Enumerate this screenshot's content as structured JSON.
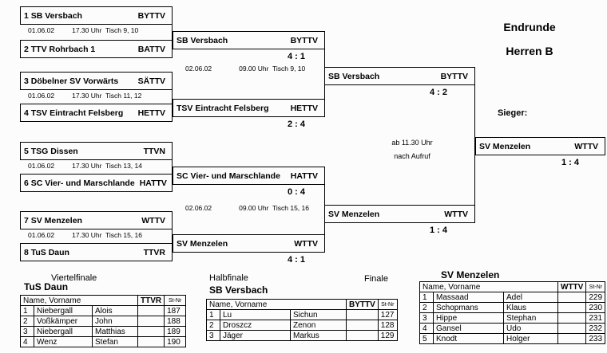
{
  "header": {
    "line1": "Endrunde",
    "line2": "Herren B"
  },
  "sieger_label": "Sieger:",
  "round_labels": {
    "viertelfinale": "Viertelfinale",
    "halbfinale": "Halbfinale",
    "finale": "Finale"
  },
  "bracket": {
    "teams": [
      {
        "name": "1 SB Versbach",
        "assoc": "BYTTV"
      },
      {
        "name": "2 TTV Rohrbach 1",
        "assoc": "BATTV"
      },
      {
        "name": "3 Döbelner SV Vorwärts",
        "assoc": "SÄTTV"
      },
      {
        "name": "4 TSV Eintracht Felsberg",
        "assoc": "HETTV"
      },
      {
        "name": "5 TSG Dissen",
        "assoc": "TTVN"
      },
      {
        "name": "6 SC Vier- und Marschlande",
        "assoc": "HATTV"
      },
      {
        "name": "7 SV Menzelen",
        "assoc": "WTTV"
      },
      {
        "name": "8 TuS Daun",
        "assoc": "TTVR"
      }
    ],
    "qf_times": [
      {
        "date": "01.06.02",
        "info": "17.30 Uhr  Tisch 9, 10"
      },
      {
        "date": "01.06.02",
        "info": "17.30 Uhr  Tisch 11, 12"
      },
      {
        "date": "01.06.02",
        "info": "17.30 Uhr  Tisch 13, 14"
      },
      {
        "date": "01.06.02",
        "info": "17.30 Uhr  Tisch 15, 16"
      }
    ],
    "qf_winners": [
      {
        "name": "SB Versbach",
        "assoc": "BYTTV",
        "score": "4 : 1"
      },
      {
        "name": "TSV Eintracht Felsberg",
        "assoc": "HETTV",
        "score": "2 : 4"
      },
      {
        "name": "SC Vier- und Marschlande",
        "assoc": "HATTV",
        "score": "0 : 4"
      },
      {
        "name": "SV Menzelen",
        "assoc": "WTTV",
        "score": "4 : 1"
      }
    ],
    "sf_times": [
      {
        "date": "02.06.02",
        "info": "09.00 Uhr  Tisch 9, 10"
      },
      {
        "date": "02.06.02",
        "info": "09.00 Uhr  Tisch 15, 16"
      }
    ],
    "sf_winners": [
      {
        "name": "SB Versbach",
        "assoc": "BYTTV",
        "score": "4 : 2"
      },
      {
        "name": "SV Menzelen",
        "assoc": "WTTV",
        "score": "1 : 4"
      }
    ],
    "final_time": {
      "line1": "ab 11.30 Uhr",
      "line2": "nach Aufruf"
    },
    "final_winner": {
      "name": "SV Menzelen",
      "assoc": "WTTV",
      "score": "1 : 4"
    }
  },
  "rosters": [
    {
      "title": "TuS Daun",
      "name_header": "Name, Vorname",
      "assoc": "TTVR",
      "stnr_header": "St-Nr",
      "players": [
        {
          "nr": "1",
          "last": "Niebergall",
          "first": "Alois",
          "stnr": "187"
        },
        {
          "nr": "2",
          "last": "Voßkämper",
          "first": "John",
          "stnr": "188"
        },
        {
          "nr": "3",
          "last": "Niebergall",
          "first": "Matthias",
          "stnr": "189"
        },
        {
          "nr": "4",
          "last": "Wenz",
          "first": "Stefan",
          "stnr": "190"
        }
      ]
    },
    {
      "title": "SB Versbach",
      "name_header": "Name, Vorname",
      "assoc": "BYTTV",
      "stnr_header": "St-Nr",
      "players": [
        {
          "nr": "1",
          "last": "Lu",
          "first": "Sichun",
          "stnr": "127"
        },
        {
          "nr": "2",
          "last": "Droszcz",
          "first": "Zenon",
          "stnr": "128"
        },
        {
          "nr": "3",
          "last": "Jäger",
          "first": "Markus",
          "stnr": "129"
        }
      ]
    },
    {
      "title": "SV Menzelen",
      "name_header": "Name, Vorname",
      "assoc": "WTTV",
      "stnr_header": "St-Nr",
      "players": [
        {
          "nr": "1",
          "last": "Massaad",
          "first": "Adel",
          "stnr": "229"
        },
        {
          "nr": "2",
          "last": "Schopmans",
          "first": "Klaus",
          "stnr": "230"
        },
        {
          "nr": "3",
          "last": "Hippe",
          "first": "Stephan",
          "stnr": "231"
        },
        {
          "nr": "4",
          "last": "Gansel",
          "first": "Udo",
          "stnr": "232"
        },
        {
          "nr": "5",
          "last": "Knodt",
          "first": "Holger",
          "stnr": "233"
        }
      ]
    }
  ]
}
